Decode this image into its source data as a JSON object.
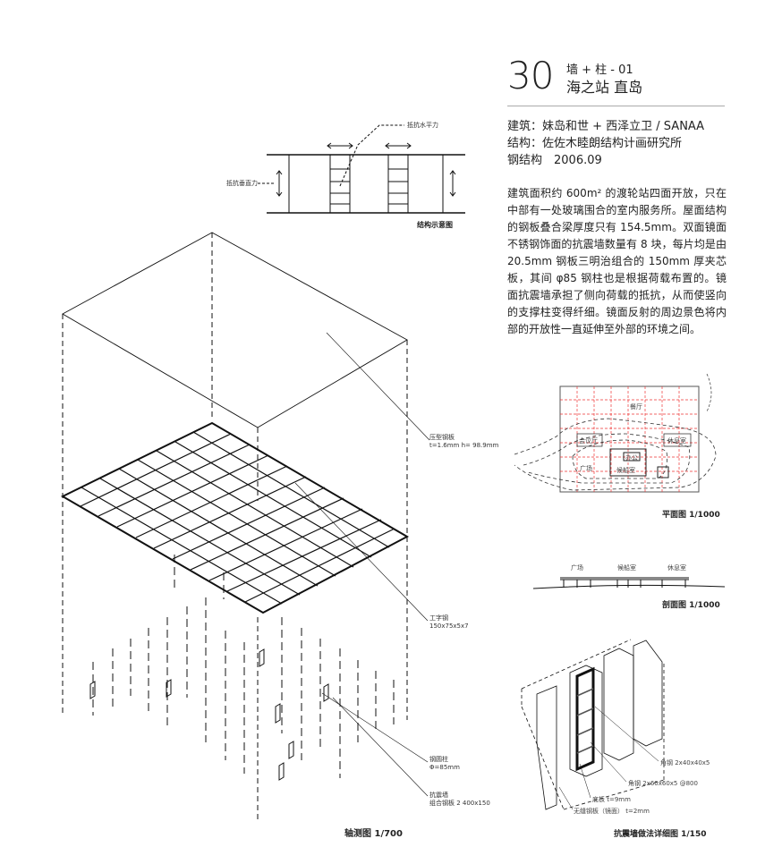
{
  "header": {
    "number": "30",
    "subtitle": "墙 + 柱 - 01",
    "title": "海之站 直岛"
  },
  "meta": {
    "architect": "建筑：妹岛和世 + 西泽立卫 / SANAA",
    "structure": "结构：佐佐木睦朗结构计画研究所",
    "type_year": "钢结构　2006.09"
  },
  "description": "建筑面积约 600m² 的渡轮站四面开放，只在中部有一处玻璃围合的室内服务所。屋面结构的钢板叠合梁厚度只有 154.5mm。双面镜面不锈钢饰面的抗震墙数量有 8 块，每片均是由 20.5mm 钢板三明治组合的 150mm 厚夹芯板，其间 φ85 钢柱也是根据荷载布置的。镜面抗震墙承担了侧向荷载的抵抗，从而使竖向的支撑柱变得纤细。镜面反射的周边景色将内部的开放性一直延伸至外部的环境之间。",
  "schematic": {
    "caption": "结构示意图",
    "label_horizontal": "抵抗水平力",
    "label_vertical": "抵抗垂直力"
  },
  "axon": {
    "caption": "轴测图 1/700",
    "label_deck_1": "压型钢板",
    "label_deck_2": "t=1.6mm h= 98.9mm",
    "label_beam_1": "工字钢",
    "label_beam_2": "150x75x5x7",
    "label_col_1": "钢圆柱",
    "label_col_2": "Φ=85mm",
    "label_wall_1": "抗震墙",
    "label_wall_2": "组合钢板 2 400x150"
  },
  "plan": {
    "caption": "平面图 1/1000",
    "rooms": [
      "餐厅",
      "会议厅",
      "休息室",
      "办公",
      "广场",
      "候船室"
    ]
  },
  "section": {
    "caption": "剖面图 1/1000",
    "labels": [
      "广场",
      "候船室",
      "休息室"
    ]
  },
  "detail": {
    "caption": "抗震墙做法详细图 1/150",
    "label_angle1": "角钢 2x40x40x5",
    "label_angle2": "角钢 2x60x60x5 @800",
    "label_base": "底板 t=9mm",
    "label_mirror": "无缝钢板（镜面） t=2mm"
  }
}
